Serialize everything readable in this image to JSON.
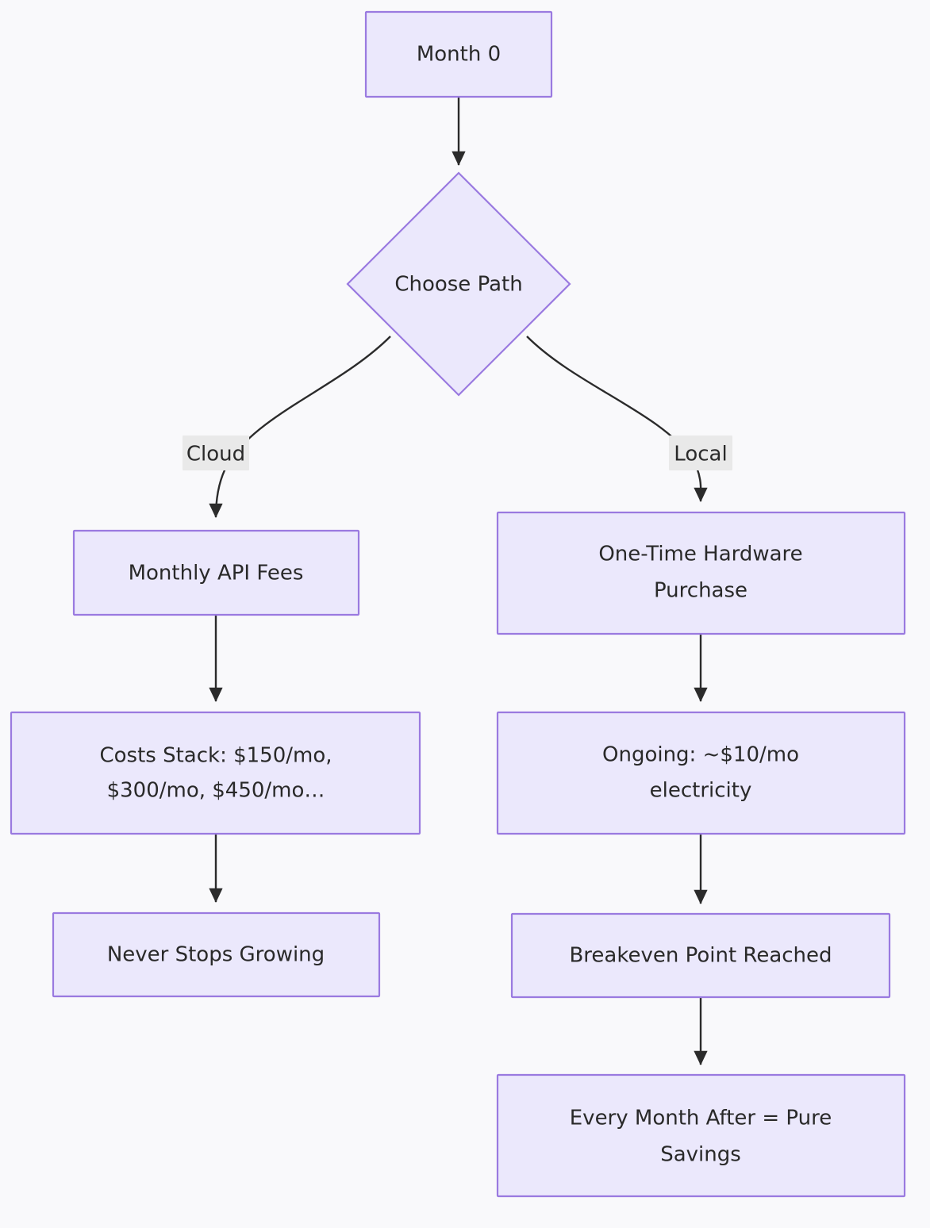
{
  "diagram": {
    "type": "flowchart",
    "direction": "top-down",
    "background_color": "#f9f9fb",
    "node_fill_color": "#ebe8fc",
    "node_border_color": "#9a7ae0",
    "edge_color": "#2b2b2b",
    "edge_label_bg_color": "#e9e9e9",
    "text_color": "#292929",
    "nodes": [
      {
        "id": "start",
        "shape": "rect",
        "label": "Month 0"
      },
      {
        "id": "decision",
        "shape": "diamond",
        "label": "Choose Path"
      },
      {
        "id": "cloud1",
        "shape": "rect",
        "label": "Monthly API Fees"
      },
      {
        "id": "cloud2",
        "shape": "rect",
        "label_line1": "Costs Stack: $150/mo,",
        "label_line2": "$300/mo, $450/mo…"
      },
      {
        "id": "cloud3",
        "shape": "rect",
        "label": "Never Stops Growing"
      },
      {
        "id": "local1",
        "shape": "rect",
        "label_line1": "One-Time Hardware",
        "label_line2": "Purchase"
      },
      {
        "id": "local2",
        "shape": "rect",
        "label_line1": "Ongoing: ~$10/mo",
        "label_line2": "electricity"
      },
      {
        "id": "local3",
        "shape": "rect",
        "label": "Breakeven Point Reached"
      },
      {
        "id": "local4",
        "shape": "rect",
        "label_line1": "Every Month After = Pure",
        "label_line2": "Savings"
      }
    ],
    "edges": [
      {
        "from": "start",
        "to": "decision",
        "label": ""
      },
      {
        "from": "decision",
        "to": "cloud1",
        "label": "Cloud"
      },
      {
        "from": "decision",
        "to": "local1",
        "label": "Local"
      },
      {
        "from": "cloud1",
        "to": "cloud2",
        "label": ""
      },
      {
        "from": "cloud2",
        "to": "cloud3",
        "label": ""
      },
      {
        "from": "local1",
        "to": "local2",
        "label": ""
      },
      {
        "from": "local2",
        "to": "local3",
        "label": ""
      },
      {
        "from": "local3",
        "to": "local4",
        "label": ""
      }
    ]
  }
}
